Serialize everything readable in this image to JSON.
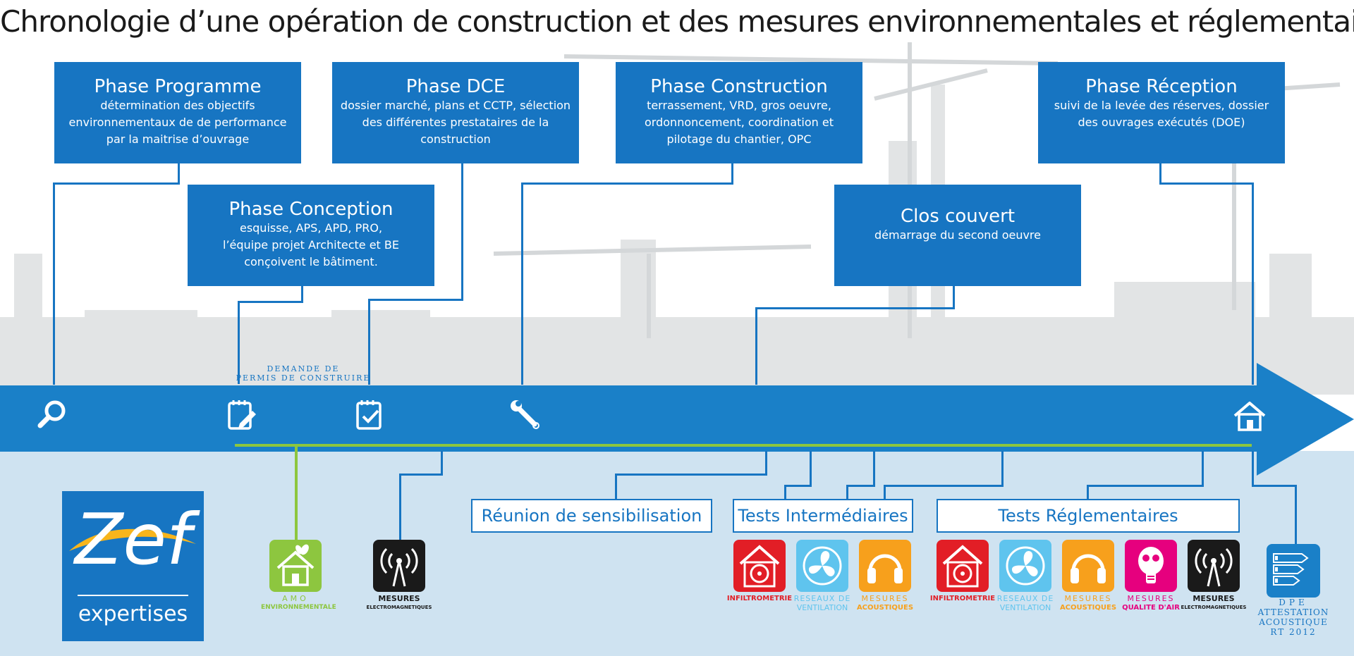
{
  "title": "Chronologie d’une opération de construction et des mesures environnementales et réglementaires",
  "phases": [
    {
      "title": "Phase Programme",
      "desc": "détermination des objectifs environnementaux de de performance par la maitrise d’ouvrage"
    },
    {
      "title": "Phase Conception",
      "desc": "esquisse, APS, APD, PRO, l’équipe projet Architecte et BE conçoivent le bâtiment."
    },
    {
      "title": "Phase DCE",
      "desc": "dossier marché, plans et CCTP, sélection des différentes prestataires de la construction"
    },
    {
      "title": "Phase Construction",
      "desc": "terrassement, VRD, gros oeuvre, ordonnoncement, coordination et pilotage du chantier, OPC"
    },
    {
      "title": "Clos couvert",
      "desc": "démarrage du second oeuvre"
    },
    {
      "title": "Phase Réception",
      "desc": "suivi de la levée des réserves, dossier des ouvrages exécutés (DOE)"
    }
  ],
  "permis": {
    "line1": "DEMANDE DE",
    "line2": "PERMIS DE CONSTRUIRE"
  },
  "timeline_icons": [
    "search-icon",
    "edit-note-icon",
    "checklist-icon",
    "wrench-icon",
    "home-icon"
  ],
  "labels": {
    "reunion": "Réunion de sensibilisation",
    "tests_inter": "Tests Intermédiaires",
    "tests_regl": "Tests Réglementaires"
  },
  "tiles": {
    "amo": {
      "line1": "AMO",
      "line2": "ENVIRONNEMENTALE"
    },
    "mesures_elec": {
      "line1": "MESURES",
      "line2": "ELECTROMAGNETIQUES"
    },
    "infiltrometrie": "INFILTROMETRIE",
    "reseaux": {
      "line1": "RESEAUX DE",
      "line2": "VENTILATION"
    },
    "acoustiques": {
      "line1": "MESURES",
      "line2": "ACOUSTIQUES"
    },
    "qualite_air": {
      "line1": "MESURES",
      "line2": "QUALITE D'AIR"
    }
  },
  "dpe": {
    "line1": "DPE",
    "line2": "ATTESTATION",
    "line3": "ACOUSTIQUE",
    "line4": "RT 2012"
  },
  "logo": {
    "brand": "Zef",
    "sub": "expertises"
  },
  "colors": {
    "blue": "#1775c2",
    "light_blue_bg": "#cfe3f1",
    "green": "#8dc63f",
    "red": "#e21e26",
    "sky": "#5fc4ee",
    "orange": "#f7a01c",
    "magenta": "#e6007e",
    "black": "#1a1a1a"
  }
}
